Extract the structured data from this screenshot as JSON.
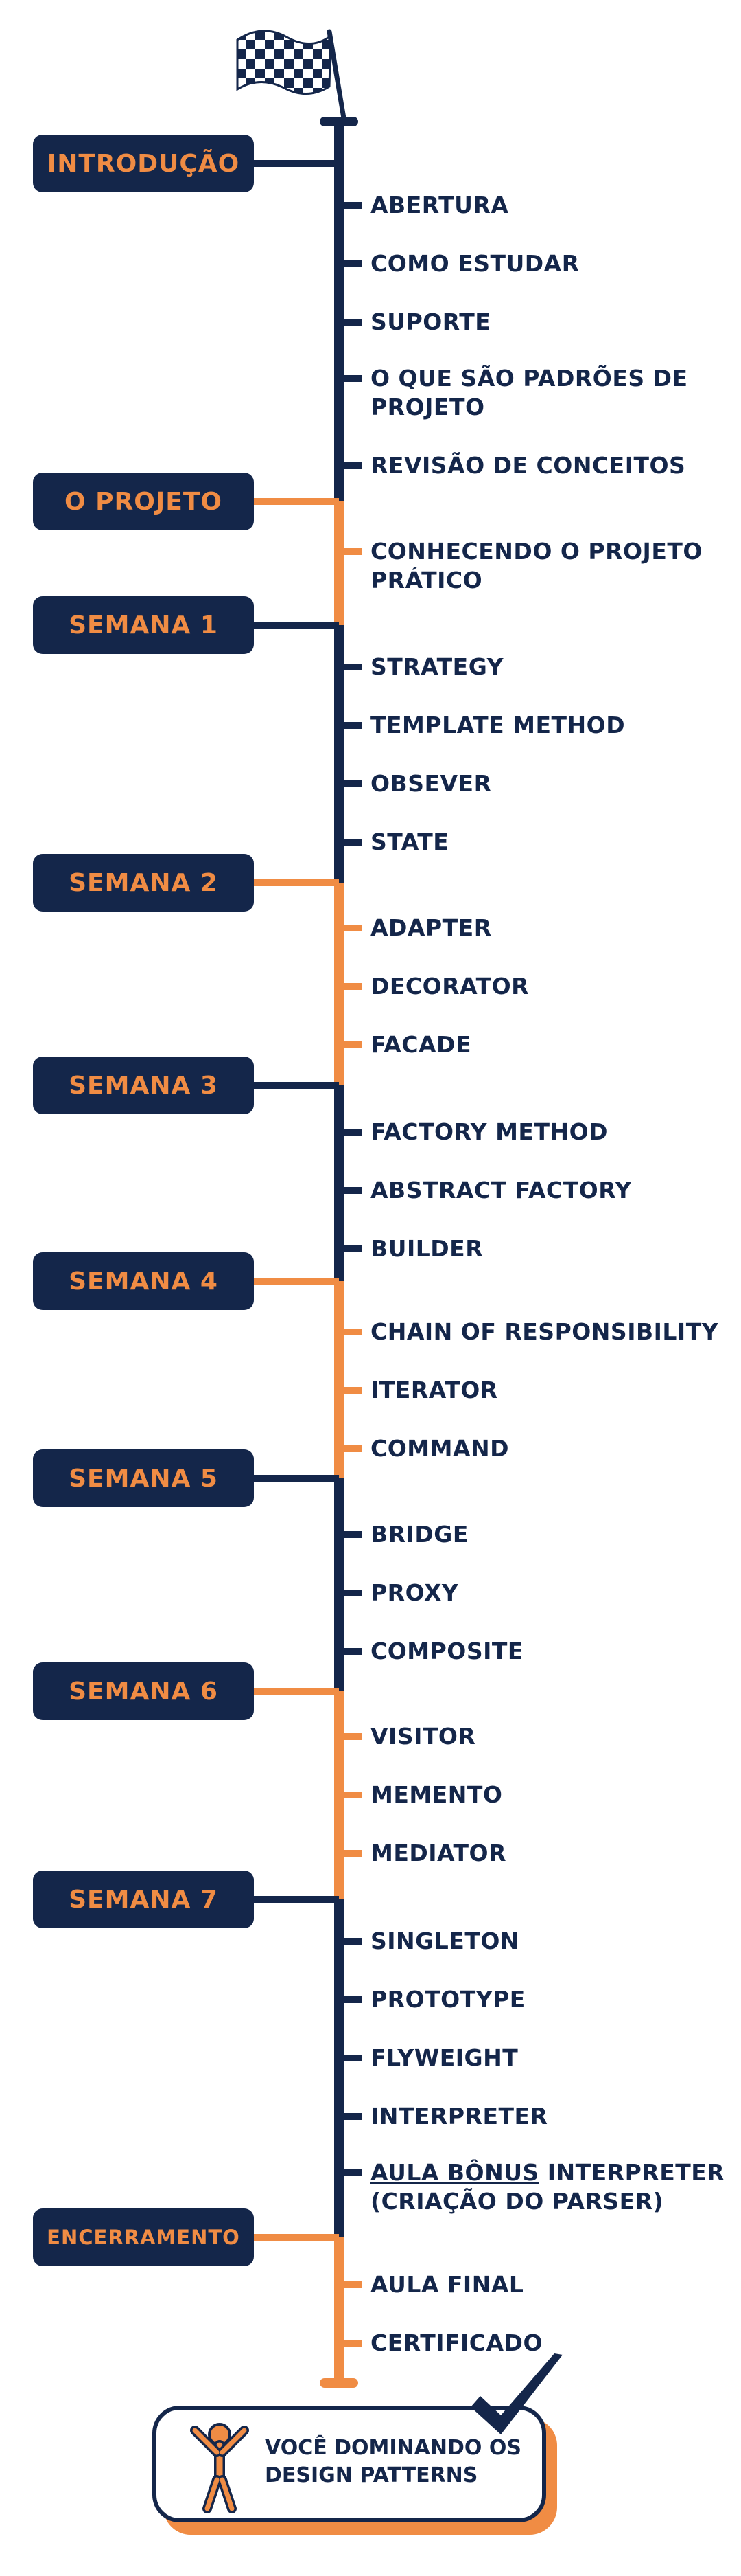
{
  "colors": {
    "navy": "#14264a",
    "orange": "#f08c44",
    "white": "#ffffff"
  },
  "icons": {
    "start": "checkered-flag-icon",
    "end_person": "person-cheering-icon",
    "end_check": "checkmark-icon"
  },
  "sections": [
    {
      "label": "INTRODUÇÃO",
      "color": "navy",
      "items": [
        {
          "text": "ABERTURA"
        },
        {
          "text": "COMO ESTUDAR"
        },
        {
          "text": "SUPORTE"
        },
        {
          "text": "O QUE SÃO PADRÕES DE PROJETO"
        },
        {
          "text": "REVISÃO DE CONCEITOS"
        }
      ]
    },
    {
      "label": "O PROJETO",
      "color": "orange",
      "items": [
        {
          "text": "CONHECENDO O PROJETO PRÁTICO"
        }
      ]
    },
    {
      "label": "SEMANA 1",
      "color": "navy",
      "items": [
        {
          "text": "STRATEGY"
        },
        {
          "text": "TEMPLATE METHOD"
        },
        {
          "text": "OBSEVER"
        },
        {
          "text": "STATE"
        }
      ]
    },
    {
      "label": "SEMANA 2",
      "color": "orange",
      "items": [
        {
          "text": "ADAPTER"
        },
        {
          "text": "DECORATOR"
        },
        {
          "text": "FACADE"
        }
      ]
    },
    {
      "label": "SEMANA 3",
      "color": "navy",
      "items": [
        {
          "text": "FACTORY METHOD"
        },
        {
          "text": "ABSTRACT FACTORY"
        },
        {
          "text": "BUILDER"
        }
      ]
    },
    {
      "label": "SEMANA 4",
      "color": "orange",
      "items": [
        {
          "text": "CHAIN OF RESPONSIBILITY"
        },
        {
          "text": "ITERATOR"
        },
        {
          "text": "COMMAND"
        }
      ]
    },
    {
      "label": "SEMANA 5",
      "color": "navy",
      "items": [
        {
          "text": "BRIDGE"
        },
        {
          "text": "PROXY"
        },
        {
          "text": "COMPOSITE"
        }
      ]
    },
    {
      "label": "SEMANA 6",
      "color": "orange",
      "items": [
        {
          "text": "VISITOR"
        },
        {
          "text": "MEMENTO"
        },
        {
          "text": "MEDIATOR"
        }
      ]
    },
    {
      "label": "SEMANA 7",
      "color": "navy",
      "items": [
        {
          "text": "SINGLETON"
        },
        {
          "text": "PROTOTYPE"
        },
        {
          "text": "FLYWEIGHT"
        },
        {
          "text": "INTERPRETER"
        },
        {
          "underline": "AULA BÔNUS",
          "text": " INTERPRETER (CRIAÇÃO DO PARSER)"
        }
      ]
    },
    {
      "label": "ENCERRAMENTO",
      "color": "orange",
      "items": [
        {
          "text": "AULA FINAL"
        },
        {
          "text": "CERTIFICADO"
        }
      ]
    }
  ],
  "final": {
    "text": "VOCÊ DOMINANDO OS DESIGN PATTERNS"
  }
}
